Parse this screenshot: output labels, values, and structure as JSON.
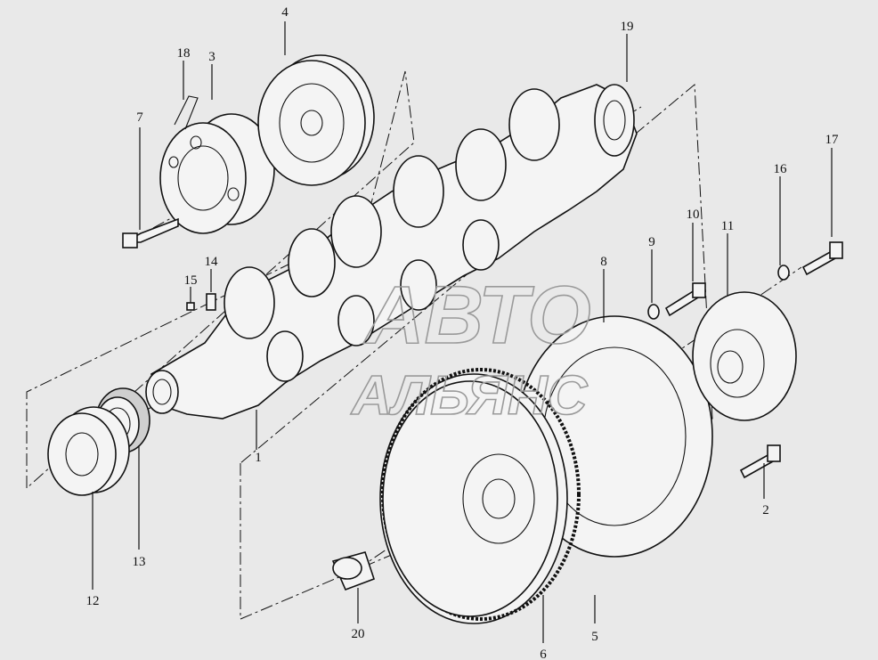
{
  "watermark": {
    "line1": "АВТО",
    "line2": "АЛЬЯНС"
  },
  "callouts": [
    {
      "id": "1",
      "label": "1"
    },
    {
      "id": "2",
      "label": "2"
    },
    {
      "id": "3",
      "label": "3"
    },
    {
      "id": "4",
      "label": "4"
    },
    {
      "id": "5",
      "label": "5"
    },
    {
      "id": "6",
      "label": "6"
    },
    {
      "id": "7",
      "label": "7"
    },
    {
      "id": "8",
      "label": "8"
    },
    {
      "id": "9",
      "label": "9"
    },
    {
      "id": "10",
      "label": "10"
    },
    {
      "id": "11",
      "label": "11"
    },
    {
      "id": "12",
      "label": "12"
    },
    {
      "id": "13",
      "label": "13"
    },
    {
      "id": "14",
      "label": "14"
    },
    {
      "id": "15",
      "label": "15"
    },
    {
      "id": "16",
      "label": "16"
    },
    {
      "id": "17",
      "label": "17"
    },
    {
      "id": "18",
      "label": "18"
    },
    {
      "id": "19",
      "label": "19"
    },
    {
      "id": "20",
      "label": "20"
    }
  ]
}
